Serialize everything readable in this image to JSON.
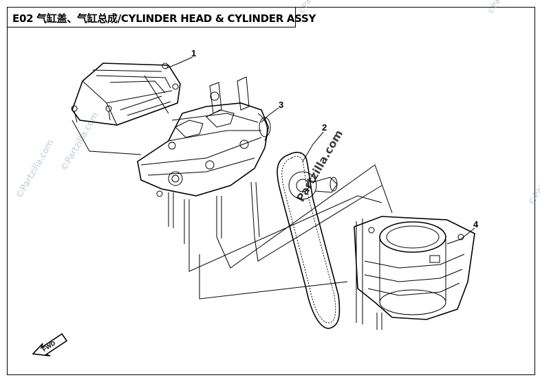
{
  "title": "E02 气缸盖、气缸总成/CYLINDER HEAD & CYLINDER ASSY",
  "callouts": [
    "1",
    "2",
    "3",
    "4"
  ],
  "watermark": "©Partzilla.com",
  "watermark_center": "Partzilla.com",
  "fwd_label": "FWD"
}
